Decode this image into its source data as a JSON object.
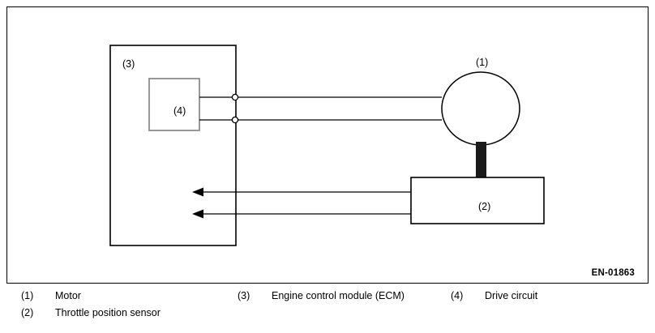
{
  "figure": {
    "id_code": "EN-01863",
    "diagram_type": "electronic-throttle-control-block-diagram",
    "nodes": {
      "ecm": {
        "ref": "(3)",
        "name": "Engine control module (ECM)"
      },
      "drive_circuit": {
        "ref": "(4)",
        "name": "Drive circuit"
      },
      "motor": {
        "ref": "(1)",
        "name": "Motor"
      },
      "throttle_position_sensor": {
        "ref": "(2)",
        "name": "Throttle position sensor"
      }
    },
    "connections": [
      {
        "from": "drive_circuit",
        "to": "motor",
        "style": "two-wire",
        "direction": "out"
      },
      {
        "from": "motor",
        "to": "throttle_position_sensor",
        "style": "shaft",
        "direction": "mechanical"
      },
      {
        "from": "throttle_position_sensor",
        "to": "ecm",
        "style": "two-signal-lines",
        "direction": "in"
      }
    ],
    "colors": {
      "line": "#000000",
      "inner_box_border": "#8c8c8c",
      "shaft_fill": "#1a1a1a",
      "background": "#ffffff"
    }
  },
  "legend": {
    "columns": [
      {
        "items": [
          {
            "num": "(1)",
            "text": "Motor"
          },
          {
            "num": "(2)",
            "text": "Throttle position sensor"
          }
        ]
      },
      {
        "items": [
          {
            "num": "(3)",
            "text": "Engine control module (ECM)"
          }
        ]
      },
      {
        "items": [
          {
            "num": "(4)",
            "text": "Drive circuit"
          }
        ]
      }
    ]
  }
}
